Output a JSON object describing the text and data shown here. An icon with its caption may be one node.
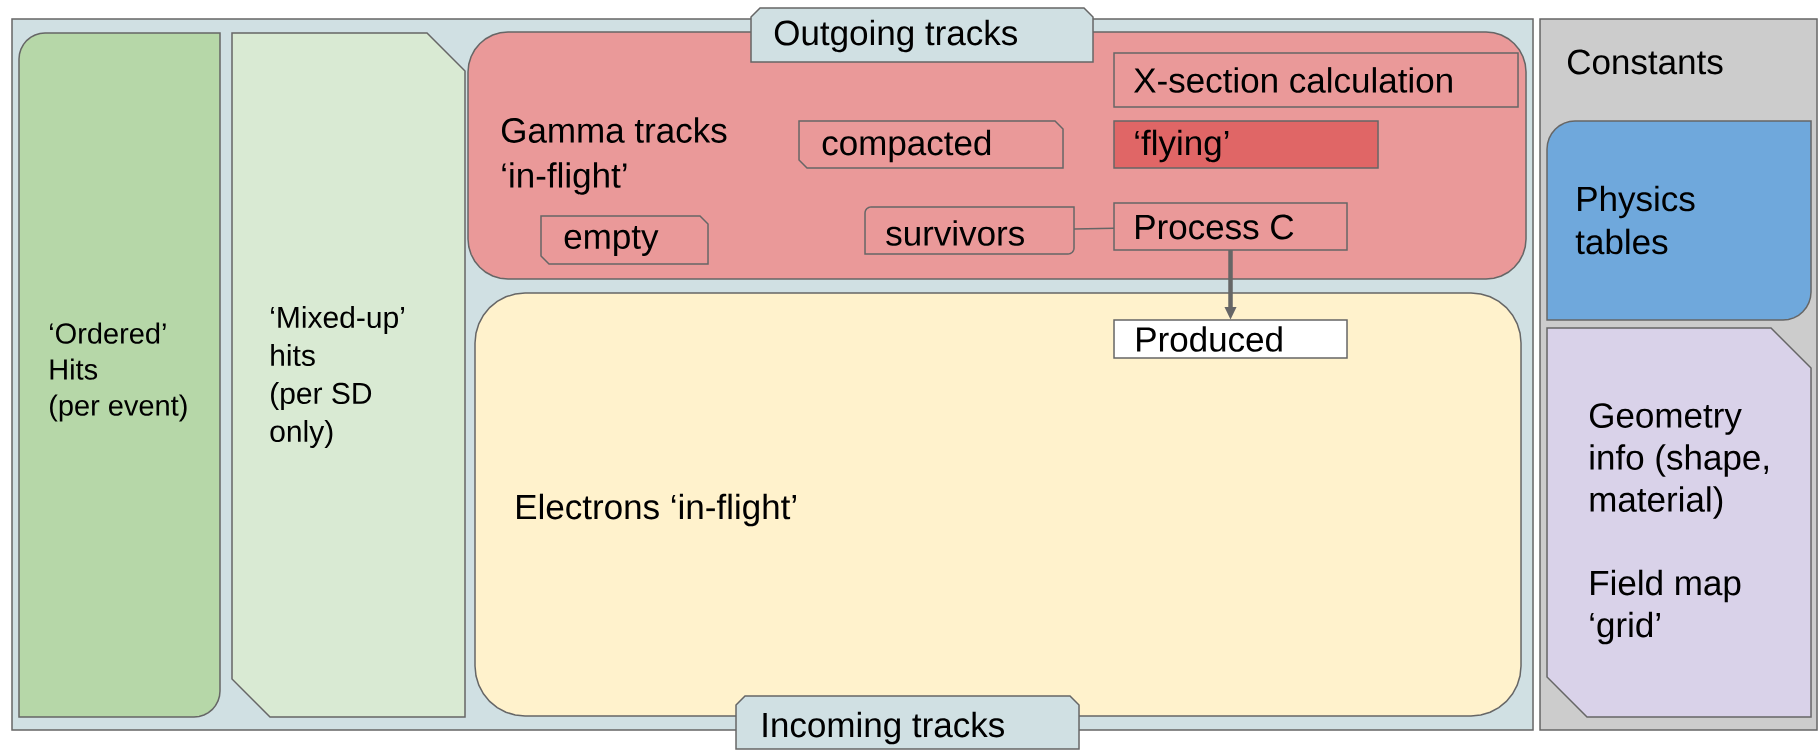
{
  "diagram": {
    "nodes": [
      {
        "text": [],
        "shape": "box"
      },
      {
        "text": [
          "‘Ordered’ Hits (per event)"
        ],
        "in": 0
      },
      {
        "text": [
          "‘Mixed-up’ hits (per SD only)"
        ],
        "in": 0
      },
      {
        "text": [
          "Gamma tracks ‘in-flight’"
        ],
        "in": 0
      },
      {
        "text": [
          "Outgoing tracks"
        ]
      },
      {
        "text": [
          "X-section calculation"
        ],
        "in": 3
      },
      {
        "text": [
          "compacted"
        ],
        "in": 3
      },
      {
        "text": [
          "‘flying’"
        ],
        "in": 3
      },
      {
        "text": [
          "empty"
        ],
        "in": 3
      },
      {
        "text": [
          "survivors"
        ],
        "in": 3
      },
      {
        "text": [
          "Process C"
        ],
        "in": 3
      },
      {
        "text": [
          "Electrons ‘in-flight’"
        ],
        "in": 0
      },
      {
        "text": [
          "Produced"
        ],
        "in": 11
      },
      {
        "text": [
          "Incoming tracks"
        ]
      },
      {
        "text": [
          "Constants"
        ]
      },
      {
        "text": [
          "Physics tables"
        ],
        "in": 14
      },
      {
        "text": [
          "Geometry info (shape, material)",
          "Field map ‘grid’"
        ],
        "in": 14
      }
    ],
    "edges": [
      {
        "from": 9,
        "to": 10,
        "arrow": "none"
      },
      {
        "from": 10,
        "to": 12,
        "arrow": "to",
        "style": "thick"
      }
    ]
  }
}
